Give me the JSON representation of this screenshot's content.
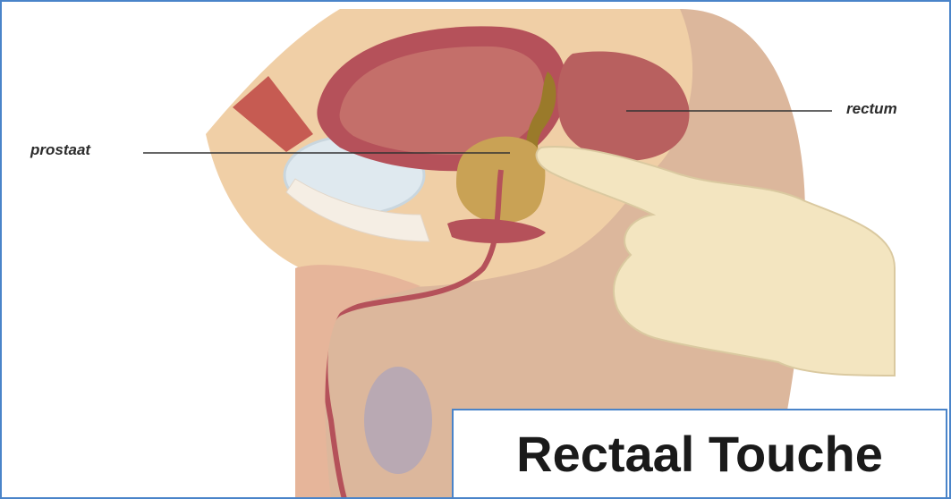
{
  "labels": {
    "prostate": "prostaat",
    "rectum": "rectum"
  },
  "title": "Rectaal Touche",
  "colors": {
    "frame_border": "#4a84c9",
    "tissue": "#f0cfa6",
    "skin": "#dcb79c",
    "muscle": "#b5515a",
    "bladder_inner": "#c46f6a",
    "prostate": "#c9a255",
    "pubic_bone": "#dfe9ef",
    "glove": "#f3e5c0"
  }
}
